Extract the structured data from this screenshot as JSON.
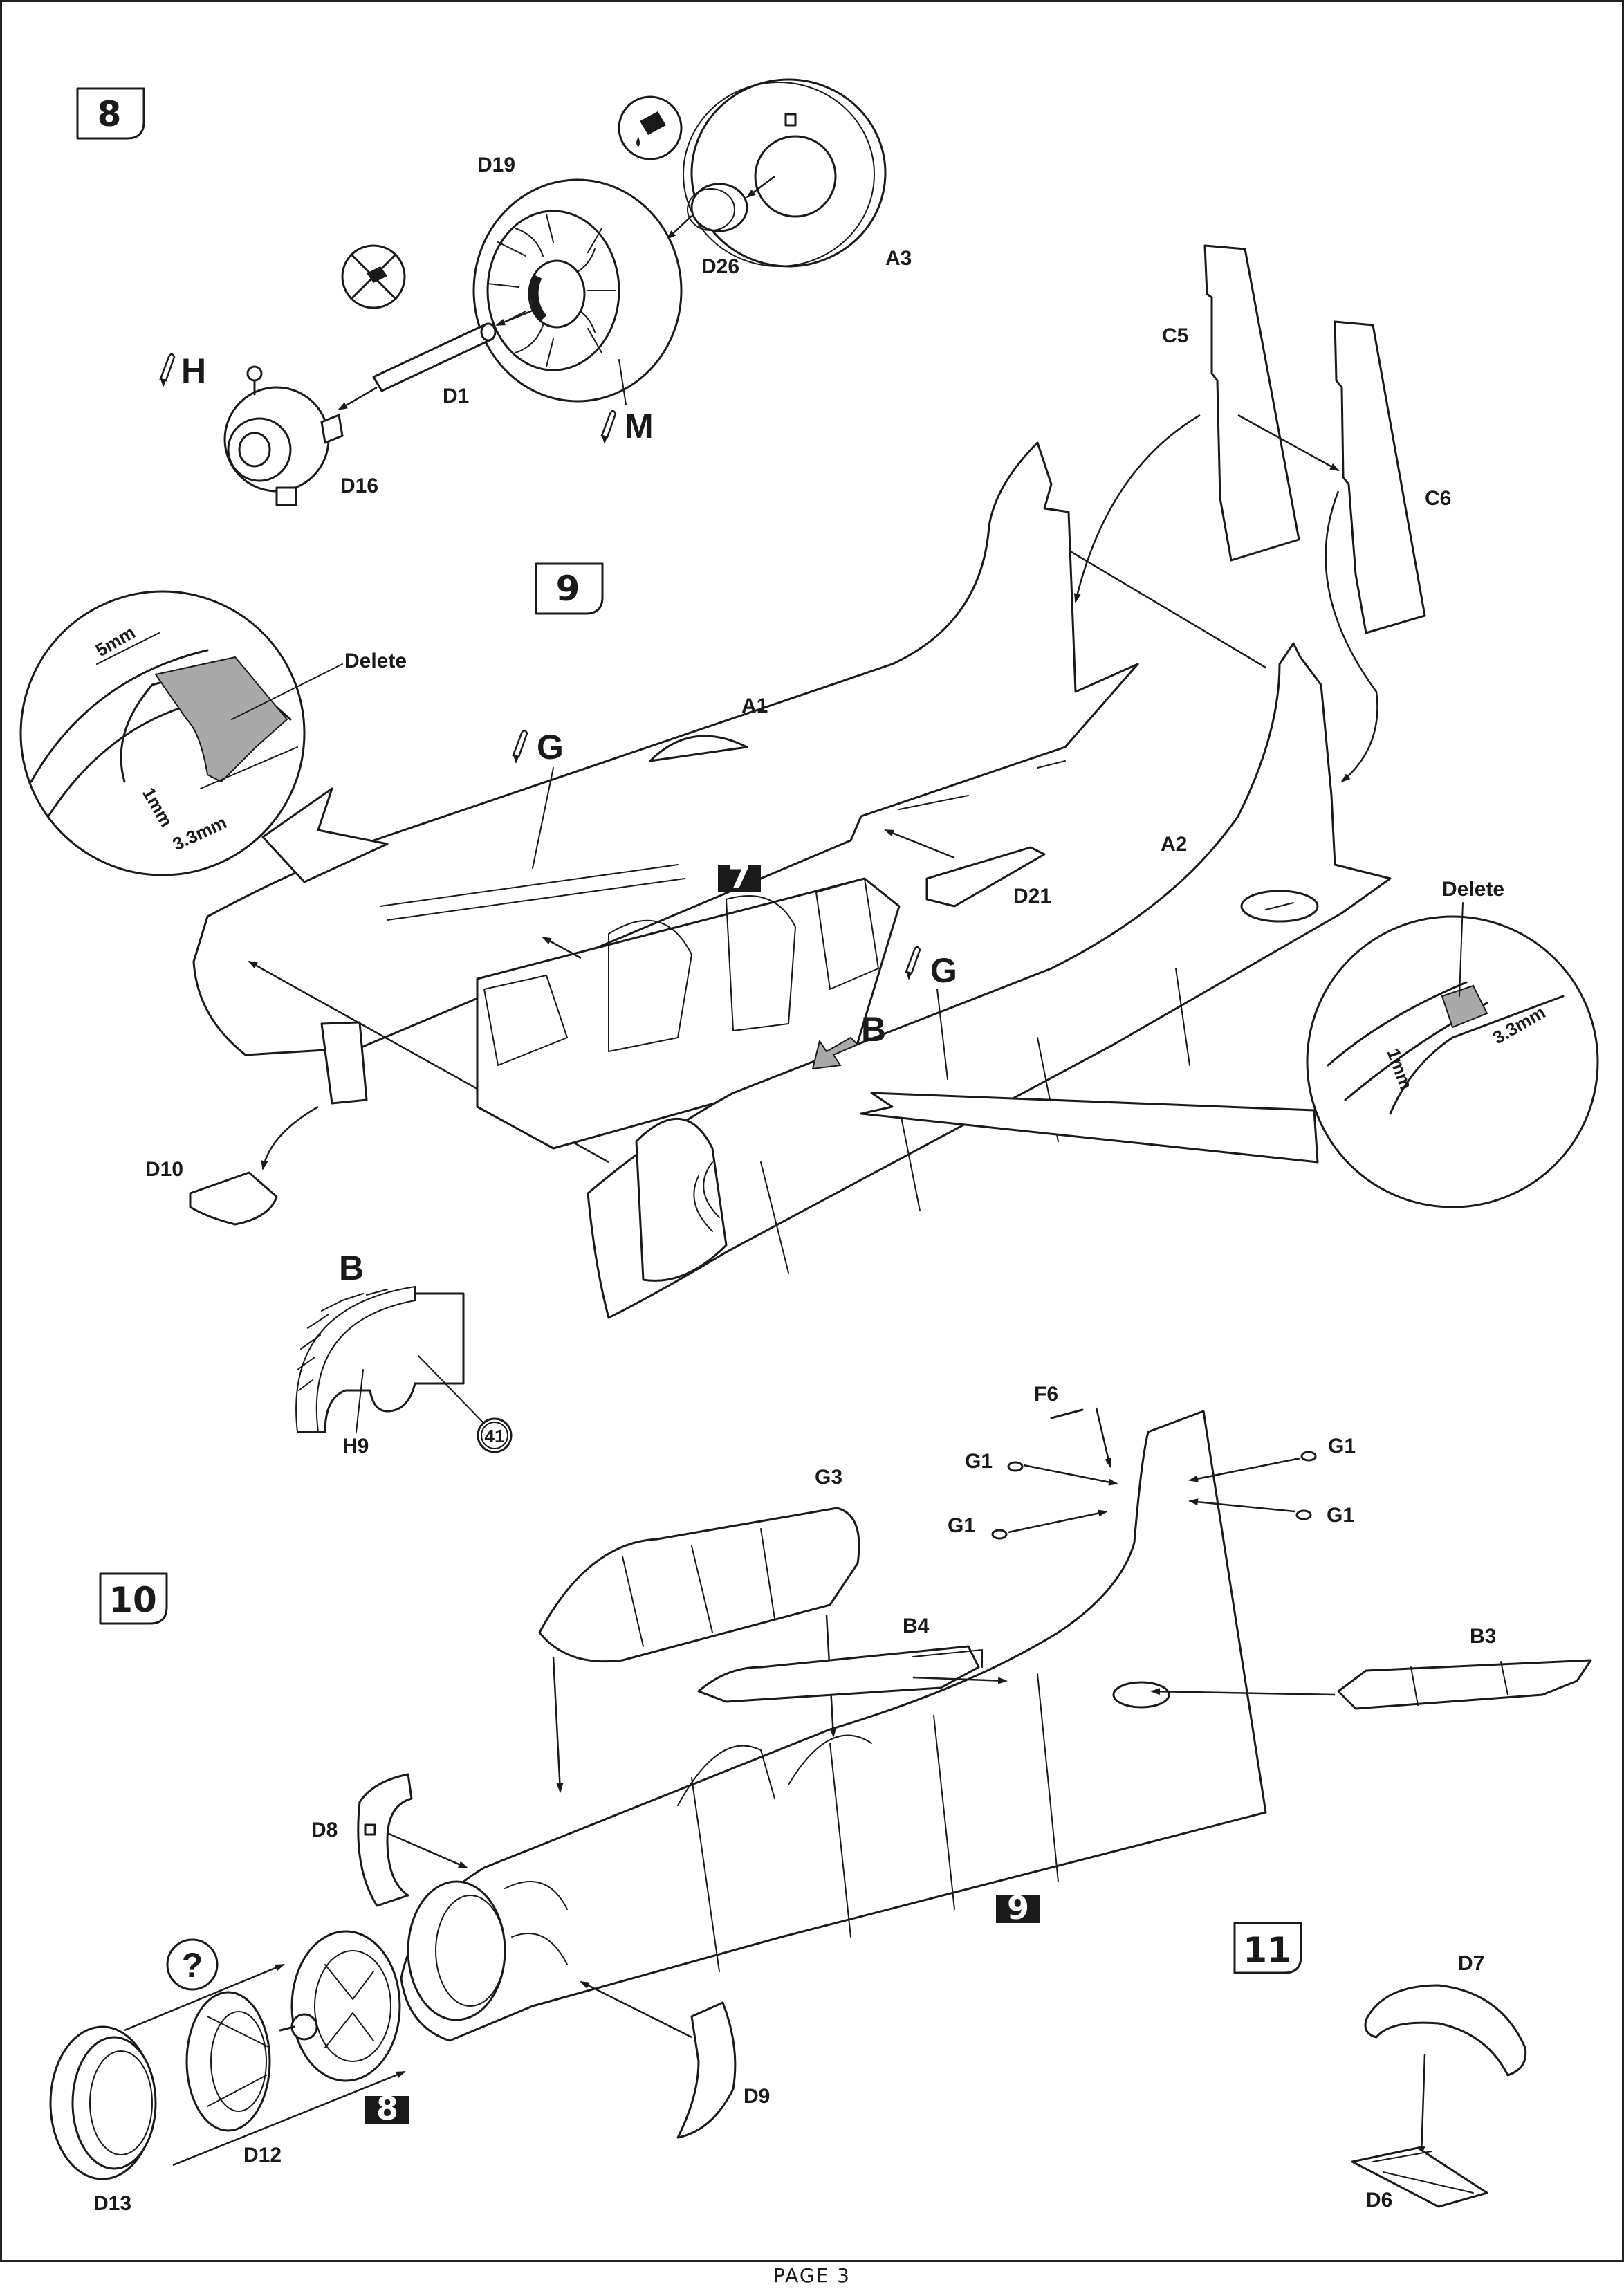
{
  "steps": [
    {
      "number": "8"
    },
    {
      "number": "9"
    },
    {
      "number": "10"
    },
    {
      "number": "11"
    }
  ],
  "step_refs": {
    "ref7": "7",
    "ref9": "9",
    "ref8": "8"
  },
  "step8": {
    "parts": {
      "d19": "D19",
      "d26": "D26",
      "a3": "A3",
      "d1": "D1",
      "d16": "D16"
    },
    "paints": {
      "h": "H",
      "m": "M"
    }
  },
  "step9": {
    "parts": {
      "c5": "C5",
      "c6": "C6",
      "a1": "A1",
      "a2": "A2",
      "d21": "D21",
      "d10": "D10",
      "h9": "H9"
    },
    "paints": {
      "g1": "G",
      "g2": "G"
    },
    "detail_left": {
      "delete": "Delete",
      "dim5": "5mm",
      "dim1": "1mm",
      "dim33": "3.3mm"
    },
    "detail_right": {
      "delete": "Delete",
      "dim1": "1mm",
      "dim33": "3.3mm"
    },
    "view_b": {
      "arrow_label": "B",
      "title": "B",
      "ref_circle": "41"
    }
  },
  "step10": {
    "parts": {
      "f6": "F6",
      "g1a": "G1",
      "g1b": "G1",
      "g1c": "G1",
      "g1d": "G1",
      "g3": "G3",
      "b4": "B4",
      "b3": "B3",
      "d8": "D8",
      "d9": "D9",
      "d12": "D12",
      "d13": "D13"
    },
    "question": "?"
  },
  "step11": {
    "parts": {
      "d7": "D7",
      "d6": "D6"
    }
  },
  "footer": {
    "page": "PAGE 3"
  },
  "icons": [
    "glue-icon",
    "no-glue-icon",
    "paint-brush-icon"
  ]
}
